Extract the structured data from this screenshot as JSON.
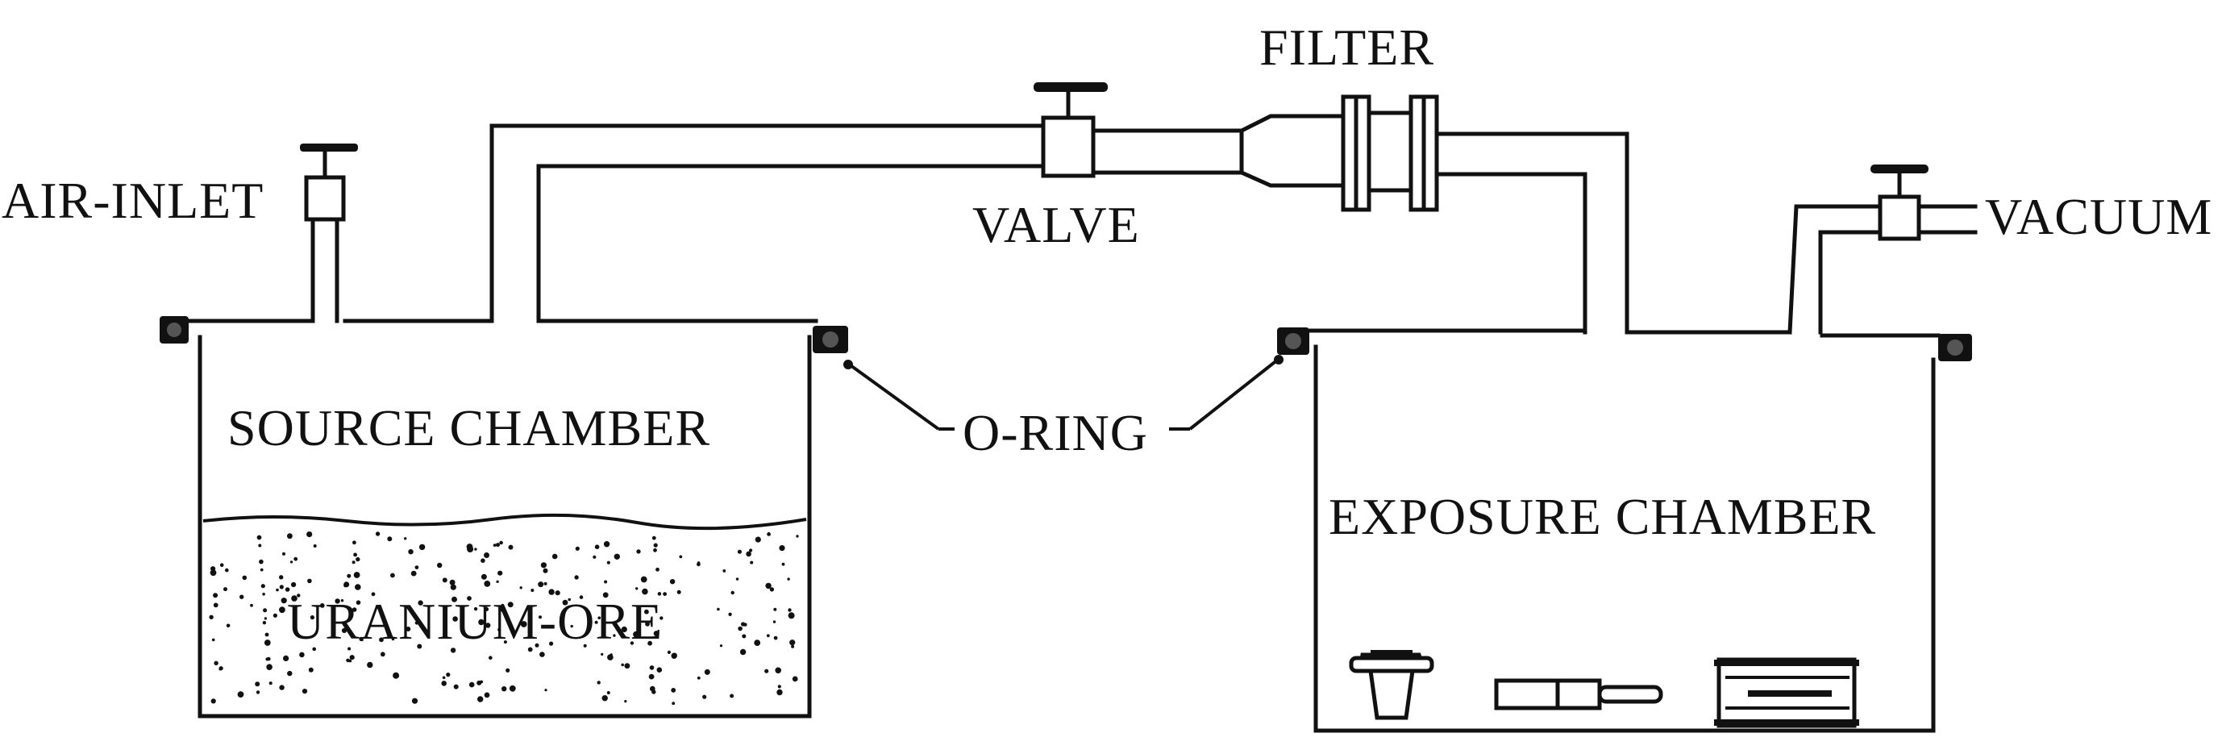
{
  "labels": {
    "filter": "FILTER",
    "air_inlet": "AIR-INLET",
    "valve": "VALVE",
    "vacuum": "VACUUM",
    "source_chamber": "SOURCE CHAMBER",
    "o_ring": "O-RING",
    "exposure_chamber": "EXPOSURE CHAMBER",
    "uranium_ore": "URANIUM-ORE"
  }
}
